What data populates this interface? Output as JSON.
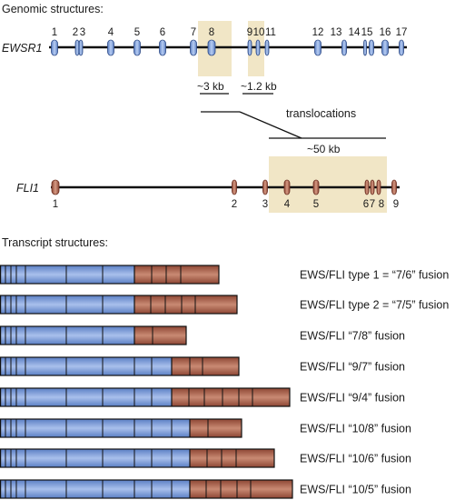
{
  "genomic": {
    "title": "Genomic structures:",
    "ewsr1": {
      "label": "EWSR1",
      "exon_labels": [
        "1",
        "2",
        "3",
        "4",
        "5",
        "6",
        "7",
        "8",
        "9",
        "10",
        "11",
        "12",
        "13",
        "14",
        "15",
        "16",
        "17"
      ]
    },
    "breakpoint_regions": [
      {
        "label": "~3 kb"
      },
      {
        "label": "~1.2 kb"
      }
    ],
    "translocations_label": "translocations",
    "fli1_region_label": "~50 kb",
    "fli1": {
      "label": "FLI1",
      "exon_labels": [
        "1",
        "2",
        "3",
        "4",
        "5",
        "6",
        "7",
        "8",
        "9"
      ]
    }
  },
  "transcript": {
    "title": "Transcript structures:",
    "fusions": [
      {
        "label": "EWS/FLI type 1 = “7/6” fusion",
        "ews_segments": 7,
        "fli_segments": 4
      },
      {
        "label": "EWS/FLI type 2 = “7/5” fusion",
        "ews_segments": 7,
        "fli_segments": 5
      },
      {
        "label": "EWS/FLI “7/8” fusion",
        "ews_segments": 7,
        "fli_segments": 2
      },
      {
        "label": "EWS/FLI “9/7” fusion",
        "ews_segments": 9,
        "fli_segments": 3
      },
      {
        "label": "EWS/FLI “9/4” fusion",
        "ews_segments": 9,
        "fli_segments": 6
      },
      {
        "label": "EWS/FLI “10/8” fusion",
        "ews_segments": 10,
        "fli_segments": 2
      },
      {
        "label": "EWS/FLI “10/6” fusion",
        "ews_segments": 10,
        "fli_segments": 4
      },
      {
        "label": "EWS/FLI “10/5” fusion",
        "ews_segments": 10,
        "fli_segments": 5
      }
    ]
  },
  "colors": {
    "ews": "#6b8fd0",
    "ews_light": "#a9c0ec",
    "fli": "#a0533f",
    "fli_light": "#c98a73",
    "highlight": "#f1e6c6"
  }
}
